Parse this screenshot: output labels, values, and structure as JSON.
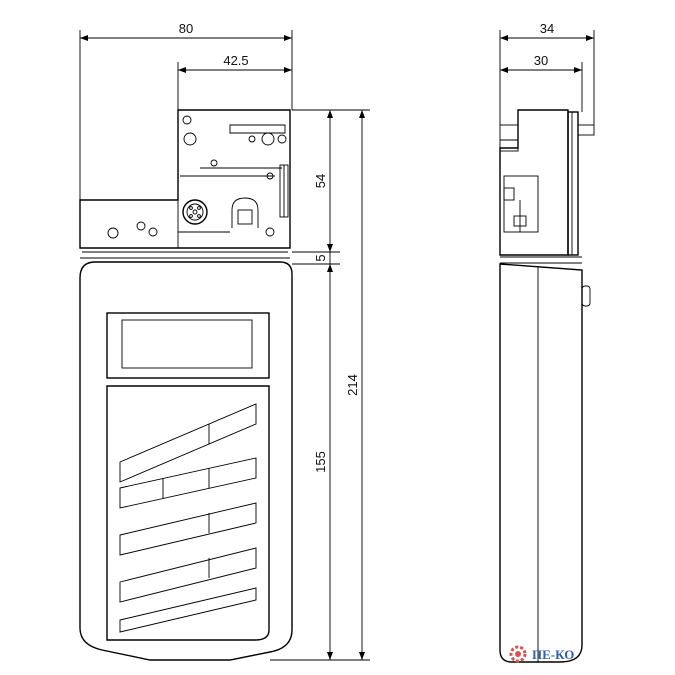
{
  "dimensions": {
    "front_width": "80",
    "top_module_width": "42.5",
    "top_module_height": "54",
    "gap": "5",
    "overall_height": "214",
    "body_height": "155",
    "side_total_depth": "34",
    "side_depth": "30"
  },
  "watermark": {
    "brand": "ПЕ-КО",
    "color": "#2f5fa8",
    "gear_color": "#d9534f"
  }
}
